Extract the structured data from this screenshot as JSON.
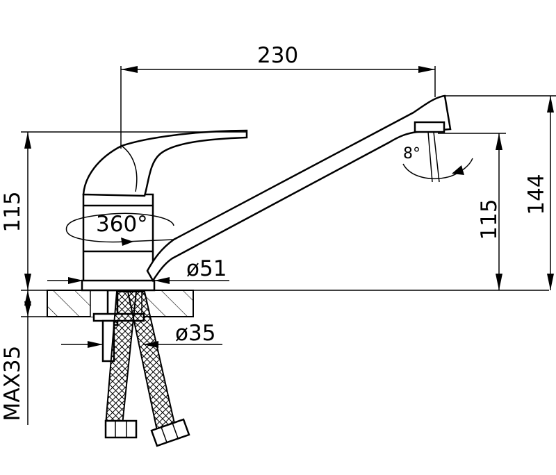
{
  "dimensions": {
    "spout_reach": "230",
    "left_height": "115",
    "right_height": "115",
    "total_height": "144",
    "base_diameter": "ø51",
    "hose_diameter": "ø35",
    "max_thickness": "MAX35",
    "handle_rotation": "360°",
    "spout_swivel": "8°"
  }
}
